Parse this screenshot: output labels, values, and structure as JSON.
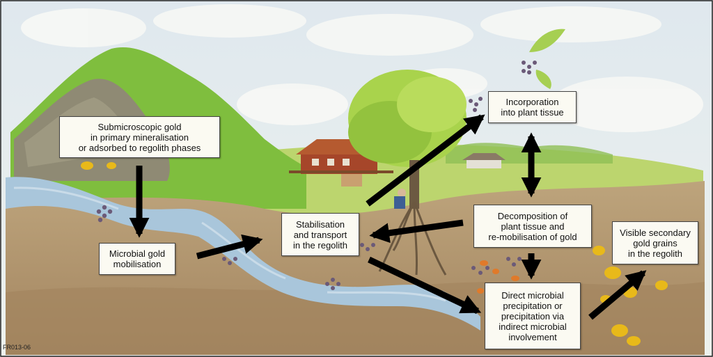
{
  "labels": {
    "primary_gold": [
      "Submicroscopic gold",
      "in primary mineralisation",
      "or adsorbed to regolith phases"
    ],
    "microbial_mobilisation": [
      "Microbial gold",
      "mobilisation"
    ],
    "stabilisation": [
      "Stabilisation",
      "and transport",
      "in the regolith"
    ],
    "plant_incorporation": [
      "Incorporation",
      "into plant tissue"
    ],
    "decomposition": [
      "Decomposition of",
      "plant tissue and",
      "re-mobilisation of gold"
    ],
    "precipitation": [
      "Direct microbial",
      "precipitation or",
      "precipitation via",
      "indirect microbial",
      "involvement"
    ],
    "secondary_grains": [
      "Visible secondary",
      "gold grains",
      "in the regolith"
    ]
  },
  "figure_code": "FR013-06",
  "colors": {
    "sky": "#e6edf0",
    "cloud": "#f6f7f4",
    "hill_green": "#7cbc3c",
    "grass": "#b9d46a",
    "soil": "#b79a72",
    "deep_soil": "#a88b62",
    "river": "#a9c6db",
    "tree_canopy": "#a8d24a",
    "house_roof": "#a9522a",
    "gold": "#e8b91a",
    "gold_cluster": "#6b5a78",
    "arrow": "#000000",
    "box_border": "#444444"
  }
}
